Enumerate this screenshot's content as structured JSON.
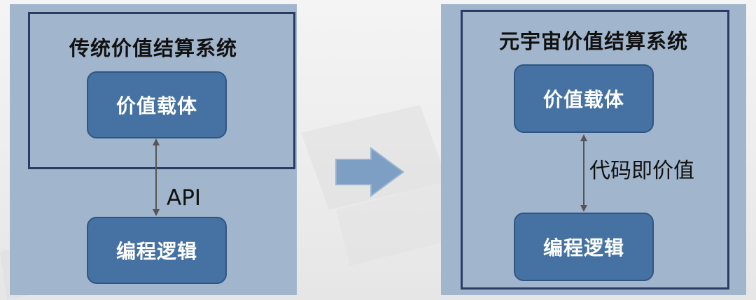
{
  "left_system": {
    "title": "传统价值结算系统",
    "carrier_label": "价值载体",
    "logic_label": "编程逻辑",
    "connector_label": "API"
  },
  "right_system": {
    "title": "元宇宙价值结算系统",
    "carrier_label": "价值载体",
    "logic_label": "编程逻辑",
    "connector_label": "代码即价值"
  },
  "colors": {
    "panel_fill": "#a1b5cc",
    "frame_border": "#2a3b66",
    "box_fill": "#4572a3",
    "arrow_fill": "#7d9fc4"
  }
}
